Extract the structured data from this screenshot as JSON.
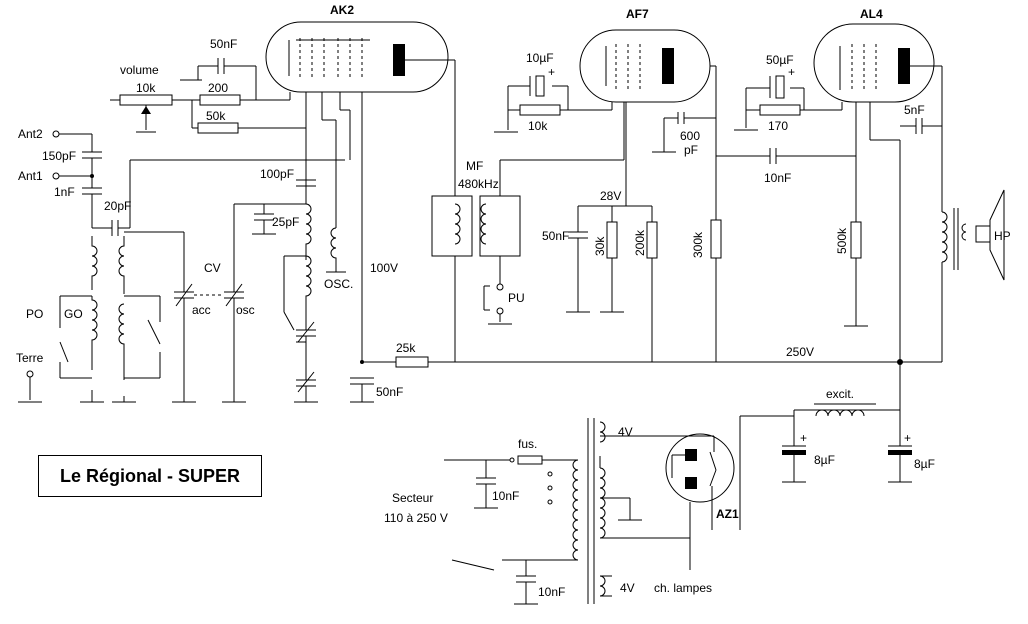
{
  "title": "Le Régional - SUPER",
  "tubes": {
    "ak2": "AK2",
    "af7": "AF7",
    "al4": "AL4",
    "az1": "AZ1"
  },
  "labels": {
    "volume": "volume",
    "c_50nf_top": "50nF",
    "r_10k_vol": "10k",
    "r_200": "200",
    "r_50k": "50k",
    "ant2": "Ant2",
    "ant1": "Ant1",
    "c_150pf": "150pF",
    "c_1nf": "1nF",
    "c_20pf": "20pF",
    "cv": "CV",
    "acc": "acc",
    "osc": "osc",
    "po": "PO",
    "go": "GO",
    "terre": "Terre",
    "c_100pf": "100pF",
    "c_25pf": "25pF",
    "osc_coil": "OSC.",
    "v_100": "100V",
    "r_25k": "25k",
    "c_50nf_dec": "50nF",
    "mf": "MF",
    "mf_freq": "480kHz",
    "pu": "PU",
    "c_10uf": "10µF",
    "r_10k_cath": "10k",
    "c_600pf_a": "600",
    "c_600pf_b": "pF",
    "v_28": "28V",
    "c_50nf_scr": "50nF",
    "r_30k": "30k",
    "r_200k": "200k",
    "r_300k": "300k",
    "c_50uf": "50µF",
    "r_170": "170",
    "c_5nf": "5nF",
    "c_10nf_coup": "10nF",
    "r_500k": "500k",
    "hp": "HP",
    "v_250": "250V",
    "excit": "excit.",
    "c_8uf_a": "8µF",
    "c_8uf_b": "8µF",
    "fus": "fus.",
    "c_10nf_mains_a": "10nF",
    "secteur": "Secteur",
    "secteur_range": "110 à 250 V",
    "c_10nf_mains_b": "10nF",
    "v_4_az": "4V",
    "v_4_lamps": "4V",
    "ch_lampes": "ch. lampes",
    "plus": "+"
  }
}
